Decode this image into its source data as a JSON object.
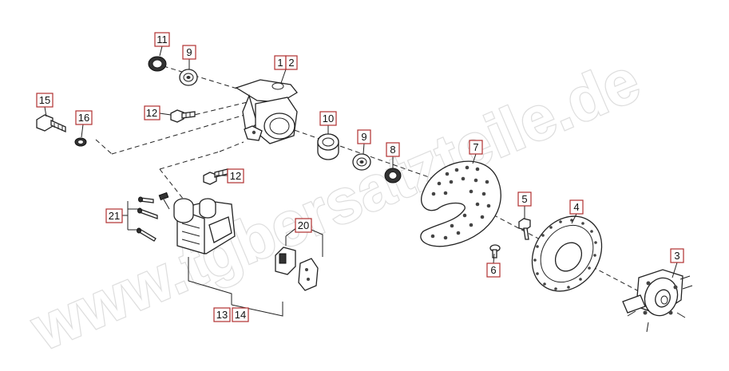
{
  "watermark": "www.tgbersatzteile.de",
  "labels": {
    "l1": "1",
    "l2": "2",
    "l3": "3",
    "l4": "4",
    "l5": "5",
    "l6": "6",
    "l7": "7",
    "l8": "8",
    "l9a": "9",
    "l9b": "9",
    "l10": "10",
    "l11": "11",
    "l12a": "12",
    "l12b": "12",
    "l13": "13",
    "l14": "14",
    "l15": "15",
    "l16": "16",
    "l20": "20",
    "l21": "21"
  },
  "colors": {
    "label_border": "#b03030",
    "line": "#222222",
    "watermark_stroke": "#d9d9d9"
  }
}
